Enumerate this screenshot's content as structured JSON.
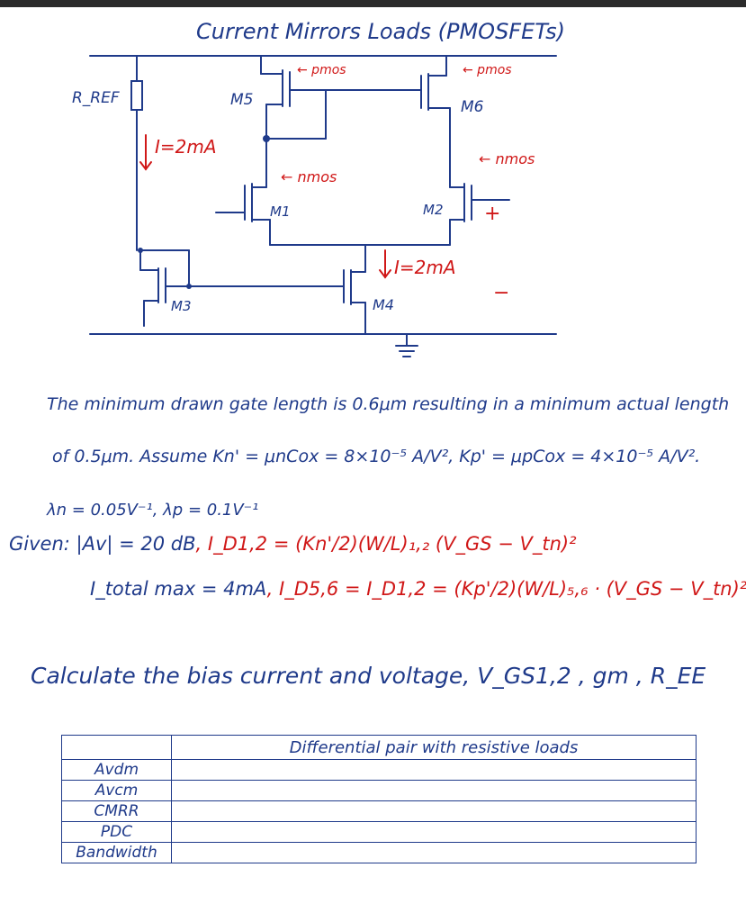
{
  "title": "Current Mirrors Loads (PMOSFETs)",
  "circuit": {
    "rref_label": "R_REF",
    "current_ref": "I=2mA",
    "current_tail": "I=2mA",
    "m1": "M1",
    "m2": "M2",
    "m3": "M3",
    "m4": "M4",
    "m5": "M5",
    "m6": "M6",
    "pmos_left": "← pmos",
    "pmos_right": "← pmos",
    "nmos_left": "← nmos",
    "nmos_right": "← nmos",
    "plus_sign": "+",
    "minus_sign": "−"
  },
  "problem": {
    "line1": "The minimum drawn gate length is 0.6μm resulting in a minimum actual length",
    "line2": "of 0.5μm. Assume Kn' = μnCox = 8×10⁻⁵ A/V², Kp' = μpCox = 4×10⁻⁵ A/V².",
    "line3": "λn = 0.05V⁻¹, λp = 0.1V⁻¹",
    "given1_prefix": "Given:  |Av| = 20 dB",
    "given1_eq": ",  I_D1,2 = (Kn'/2)(W/L)₁,₂ (V_GS − V_tn)²",
    "given2_prefix": "I_total max = 4mA",
    "given2_eq": ",  I_D5,6 = I_D1,2 = (Kp'/2)(W/L)₅,₆ · (V_GS − V_tn)²",
    "calc": "Calculate the bias current and voltage, V_GS1,2 , gm , R_EE"
  },
  "table": {
    "header": "Differential pair with resistive loads",
    "rows": [
      "Avdm",
      "Avcm",
      "CMRR",
      "PDC",
      "Bandwidth"
    ]
  }
}
